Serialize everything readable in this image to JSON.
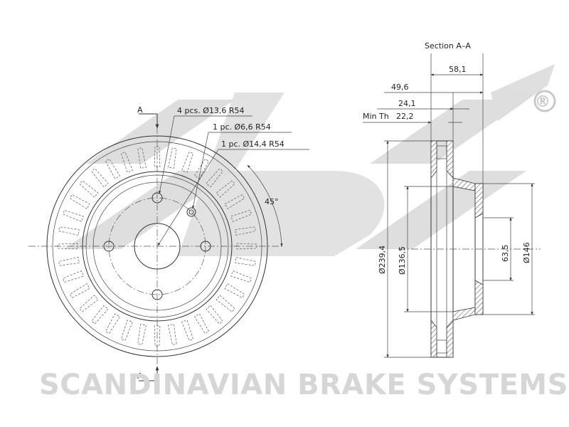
{
  "watermark": {
    "logo_text": "sbs",
    "registered_mark": "®",
    "company_name": "SCANDINAVIAN BRAKE SYSTEMS",
    "color": "#d6d6d6"
  },
  "front_view": {
    "section_mark_top": "A",
    "section_mark_bottom": "A",
    "callouts": [
      "4 pcs. Ø13,6 R54",
      "1 pc. Ø6,6 R54",
      "1 pc. Ø14,4 R54"
    ],
    "angle_label": "45°",
    "cooling_vanes": 36
  },
  "section_view": {
    "title": "Section A–A",
    "dimensions": {
      "overall_height_mm": "58,1",
      "hat_depth_mm": "49,6",
      "thickness_mm": "24,1",
      "min_thickness_label": "Min Th",
      "min_thickness_mm": "22,2",
      "outer_diameter": "Ø239,4",
      "hat_diameter": "Ø136,5",
      "center_bore": "63,5",
      "flange_diameter": "Ø146"
    }
  }
}
